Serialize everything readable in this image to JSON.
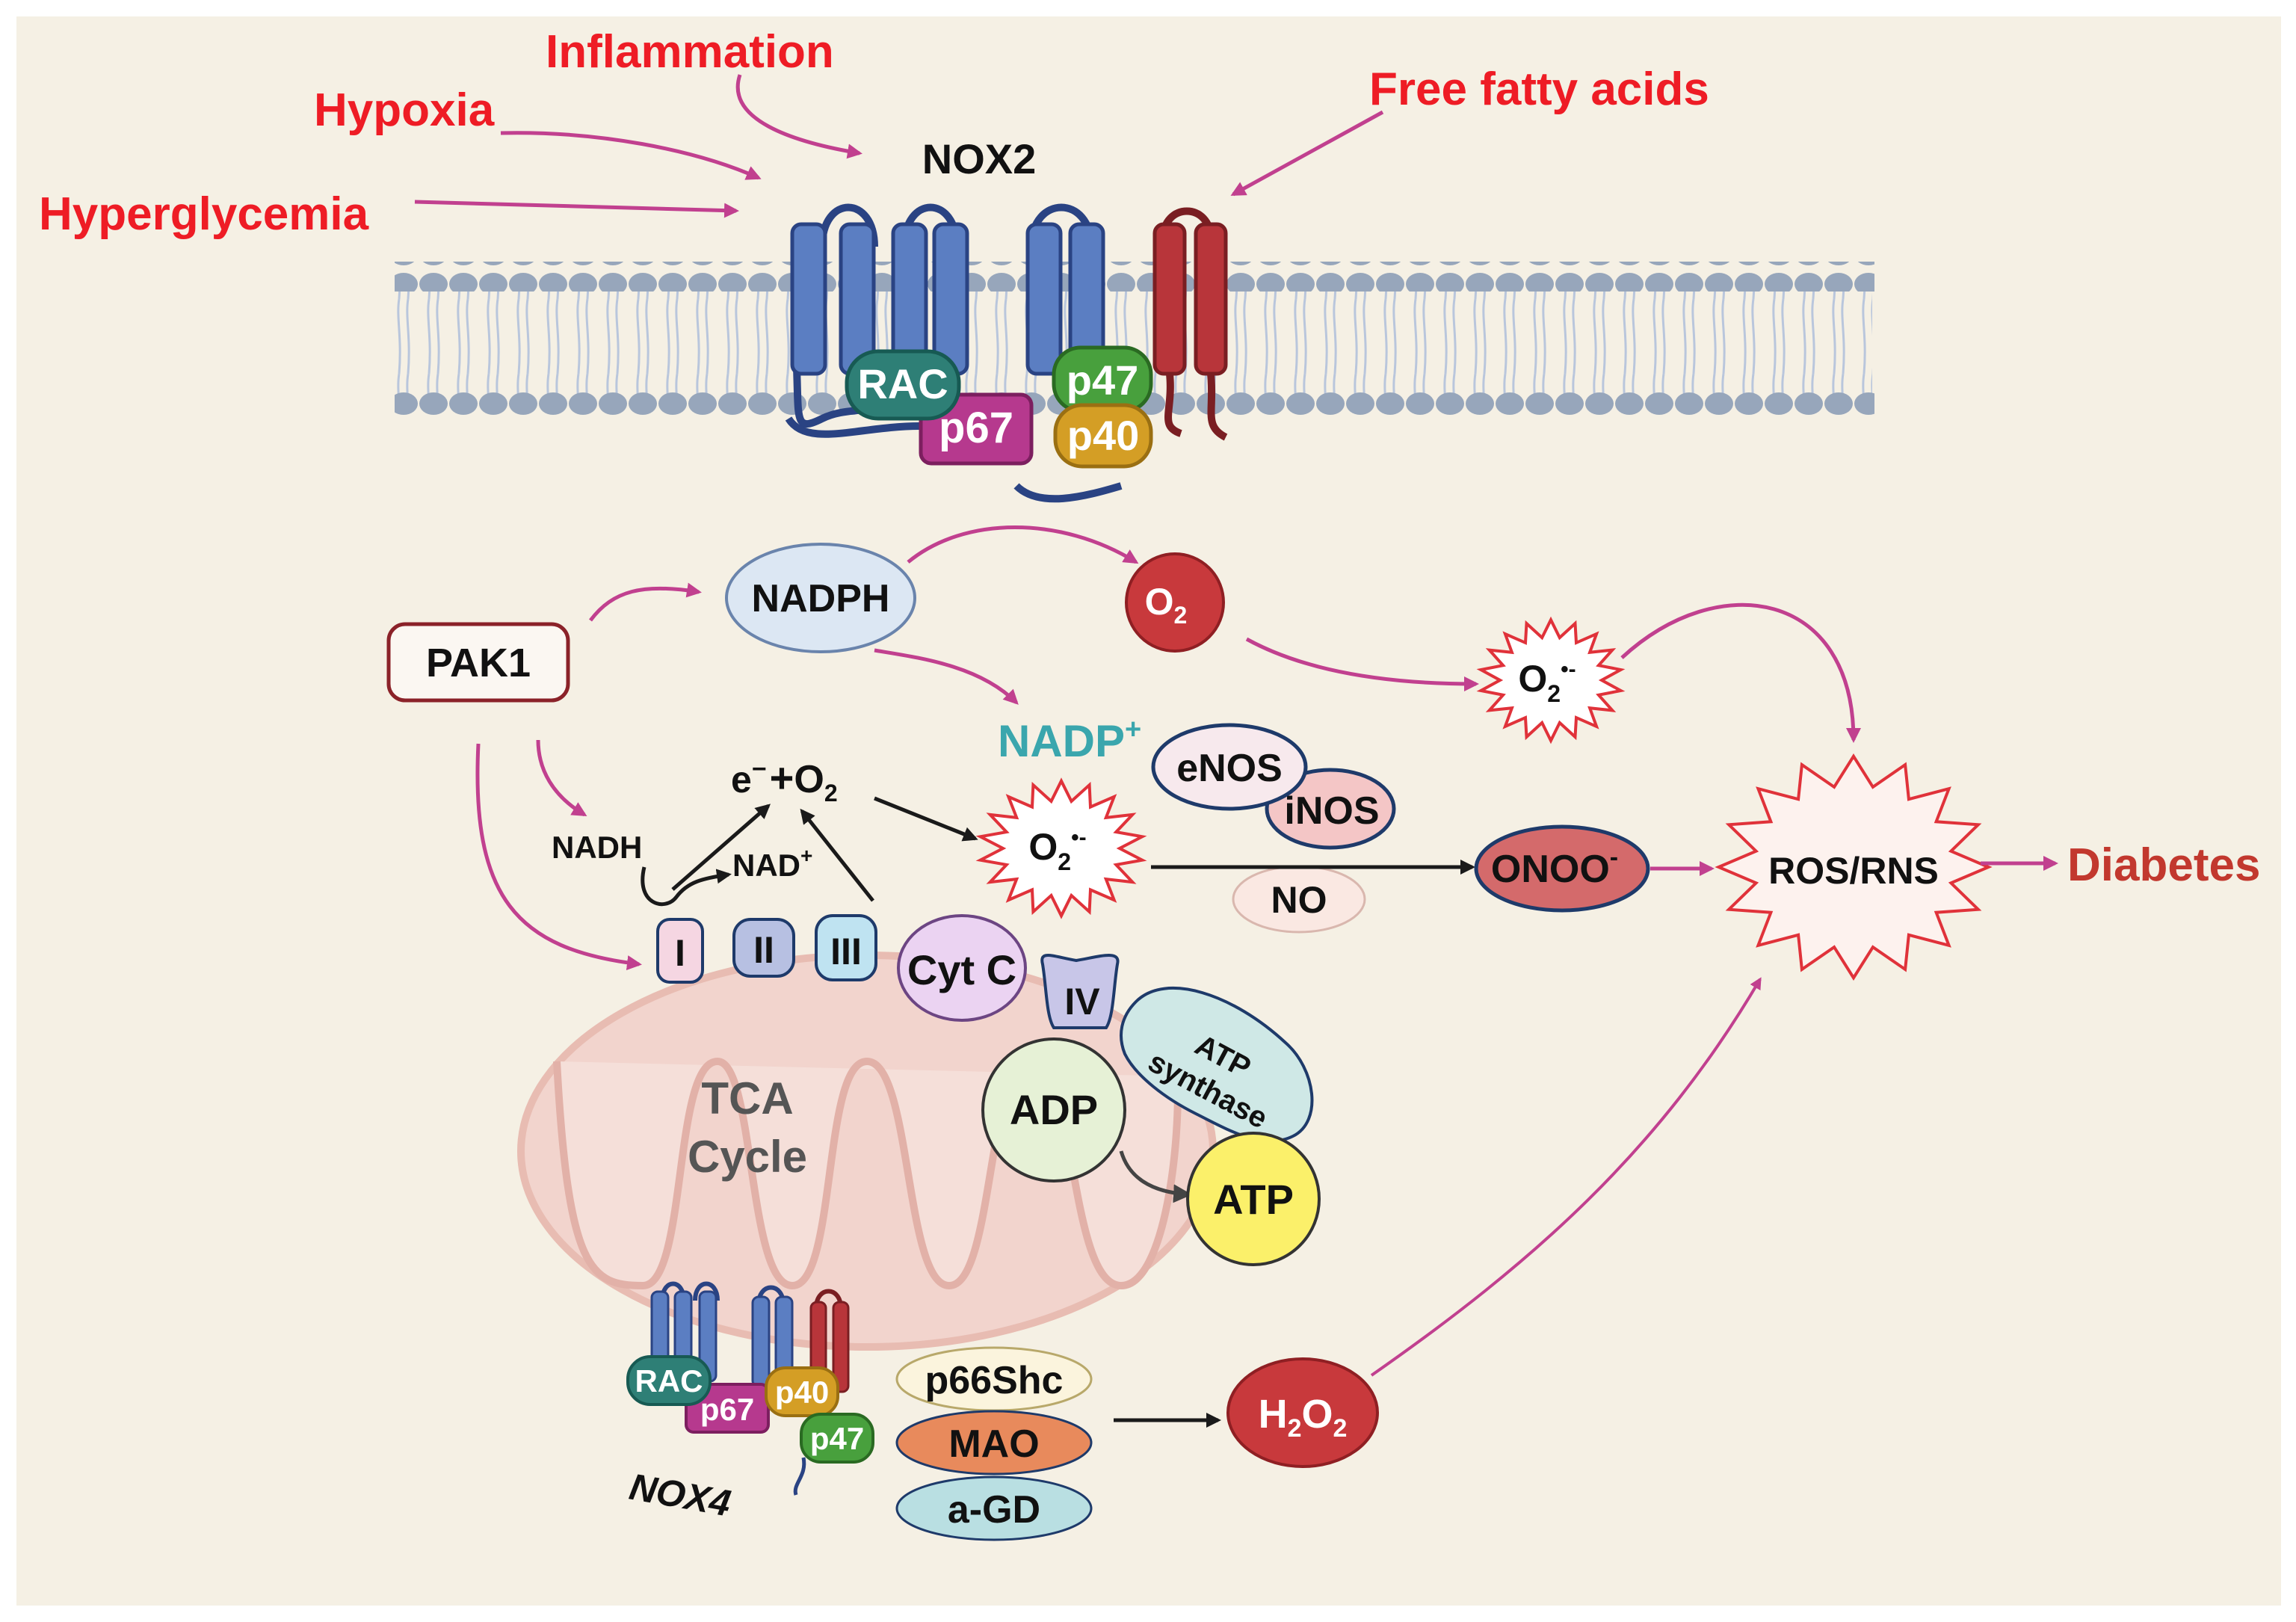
{
  "stimuli": {
    "inflammation": "Inflammation",
    "hypoxia": "Hypoxia",
    "hyperglycemia": "Hyperglycemia",
    "free_fatty_acids": "Free fatty acids"
  },
  "nox2": {
    "title": "NOX2",
    "rac": "RAC",
    "p67": "p67",
    "p47": "p47",
    "p40": "p40"
  },
  "nox4": {
    "title": "NOX4",
    "rac": "RAC",
    "p67": "p67",
    "p40": "p40",
    "p47": "p47"
  },
  "pathway": {
    "pak1": "PAK1",
    "nadph": "NADPH",
    "o2": "O",
    "o2_sub": "2",
    "nadp": "NADP",
    "nadp_sup": "+",
    "superoxide_base": "O",
    "superoxide_sub": "2",
    "superoxide_sup": "•-",
    "enos": "eNOS",
    "inos": "iNOS",
    "no": "NO",
    "onoo": "ONOO",
    "onoo_sup": "-",
    "ros_rns": "ROS/RNS",
    "diabetes": "Diabetes",
    "electron": "e",
    "electron_sup": "−",
    "plus": "+",
    "nadh": "NADH",
    "nad": "NAD",
    "nad_sup": "+"
  },
  "mitochondrion": {
    "complex_i": "I",
    "complex_ii": "II",
    "complex_iii": "III",
    "cyt_c": "Cyt C",
    "complex_iv": "IV",
    "atp_synthase_line1": "ATP",
    "atp_synthase_line2": "synthase",
    "adp": "ADP",
    "atp": "ATP",
    "tca_line1": "TCA",
    "tca_line2": "Cycle"
  },
  "enzymes": {
    "p66shc": "p66Shc",
    "mao": "MAO",
    "agd": "a-GD"
  },
  "h2o2": {
    "h": "H",
    "sub1": "2",
    "o": "O",
    "sub2": "2"
  },
  "colors": {
    "background": "#f5f0e4",
    "stimulus_red": "#ee1c25",
    "arrow_magenta": "#c1408f",
    "nox_blue": "#5b7ec2",
    "nox_red": "#b8353a",
    "rac_teal": "#2e7f76",
    "p67_magenta": "#b6398e",
    "p47_green": "#48a03d",
    "p40_gold": "#d49e25",
    "diabetes_red": "#c2382e",
    "nadp_teal": "#3aa6ad"
  }
}
